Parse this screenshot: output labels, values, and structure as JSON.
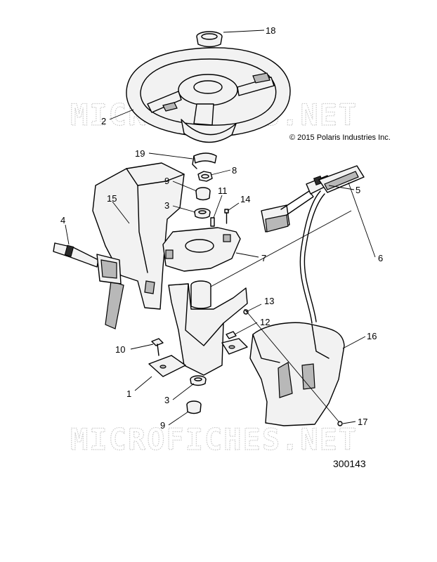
{
  "copyright": "© 2015 Polaris Industries Inc.",
  "diagram_number": "300143",
  "watermark_text": "MICROFICHES.NET",
  "callouts": [
    {
      "id": "c18",
      "label": "18"
    },
    {
      "id": "c2",
      "label": "2"
    },
    {
      "id": "c19",
      "label": "19"
    },
    {
      "id": "c8",
      "label": "8"
    },
    {
      "id": "c9a",
      "label": "9"
    },
    {
      "id": "c11",
      "label": "11"
    },
    {
      "id": "c14",
      "label": "14"
    },
    {
      "id": "c5",
      "label": "5"
    },
    {
      "id": "c3a",
      "label": "3"
    },
    {
      "id": "c15",
      "label": "15"
    },
    {
      "id": "c4",
      "label": "4"
    },
    {
      "id": "c7",
      "label": "7"
    },
    {
      "id": "c6",
      "label": "6"
    },
    {
      "id": "c13",
      "label": "13"
    },
    {
      "id": "c12",
      "label": "12"
    },
    {
      "id": "c16",
      "label": "16"
    },
    {
      "id": "c10",
      "label": "10"
    },
    {
      "id": "c1",
      "label": "1"
    },
    {
      "id": "c3b",
      "label": "3"
    },
    {
      "id": "c9b",
      "label": "9"
    },
    {
      "id": "c17",
      "label": "17"
    }
  ]
}
